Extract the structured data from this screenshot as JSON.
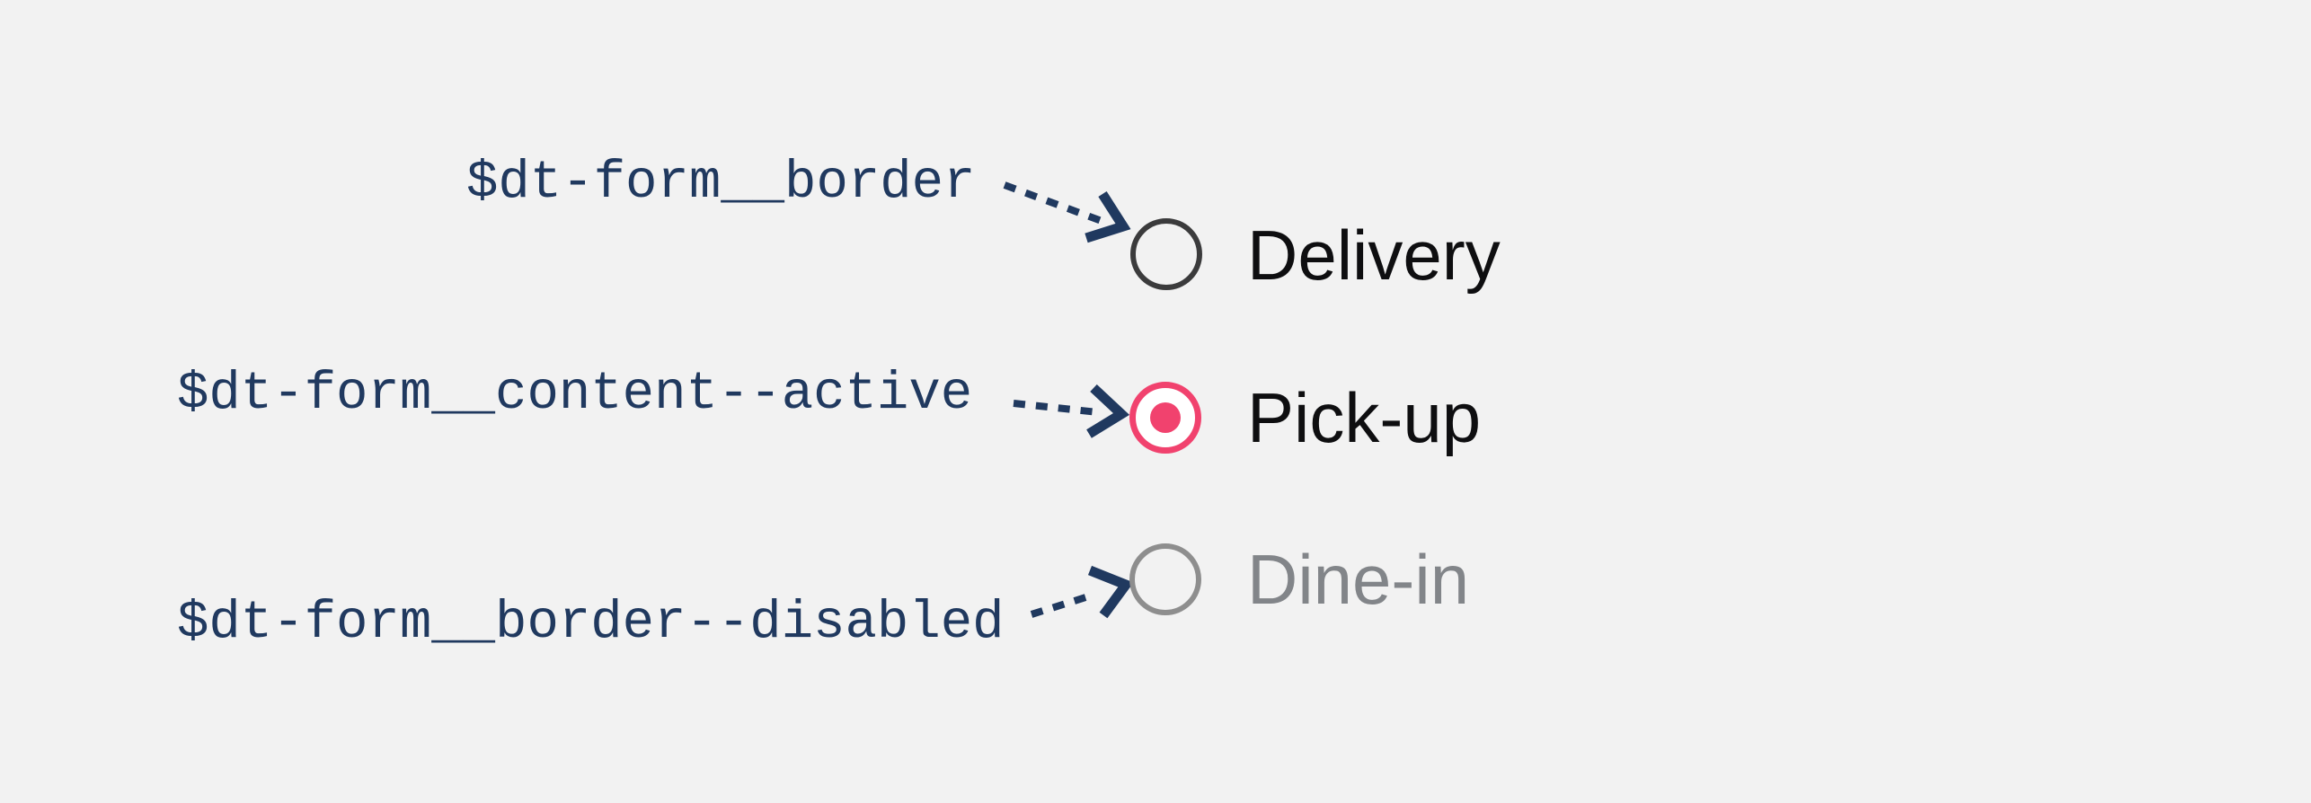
{
  "figure": {
    "description": "Radio button form tokens annotation",
    "rows": [
      {
        "token": "$dt-form__border",
        "option": "Delivery",
        "state": "default"
      },
      {
        "token": "$dt-form__content--active",
        "option": "Pick-up",
        "state": "active"
      },
      {
        "token": "$dt-form__border--disabled",
        "option": "Dine-in",
        "state": "disabled"
      }
    ]
  },
  "colors": {
    "background": "#f2f2f2",
    "annotation": "#20395f",
    "radio_border": "#3b3b3c",
    "radio_active": "#f1426e",
    "radio_active_fill": "#ffffff",
    "radio_disabled_border": "#8e8e8e",
    "option_text": "#0e0e10",
    "option_text_disabled": "#828589"
  }
}
